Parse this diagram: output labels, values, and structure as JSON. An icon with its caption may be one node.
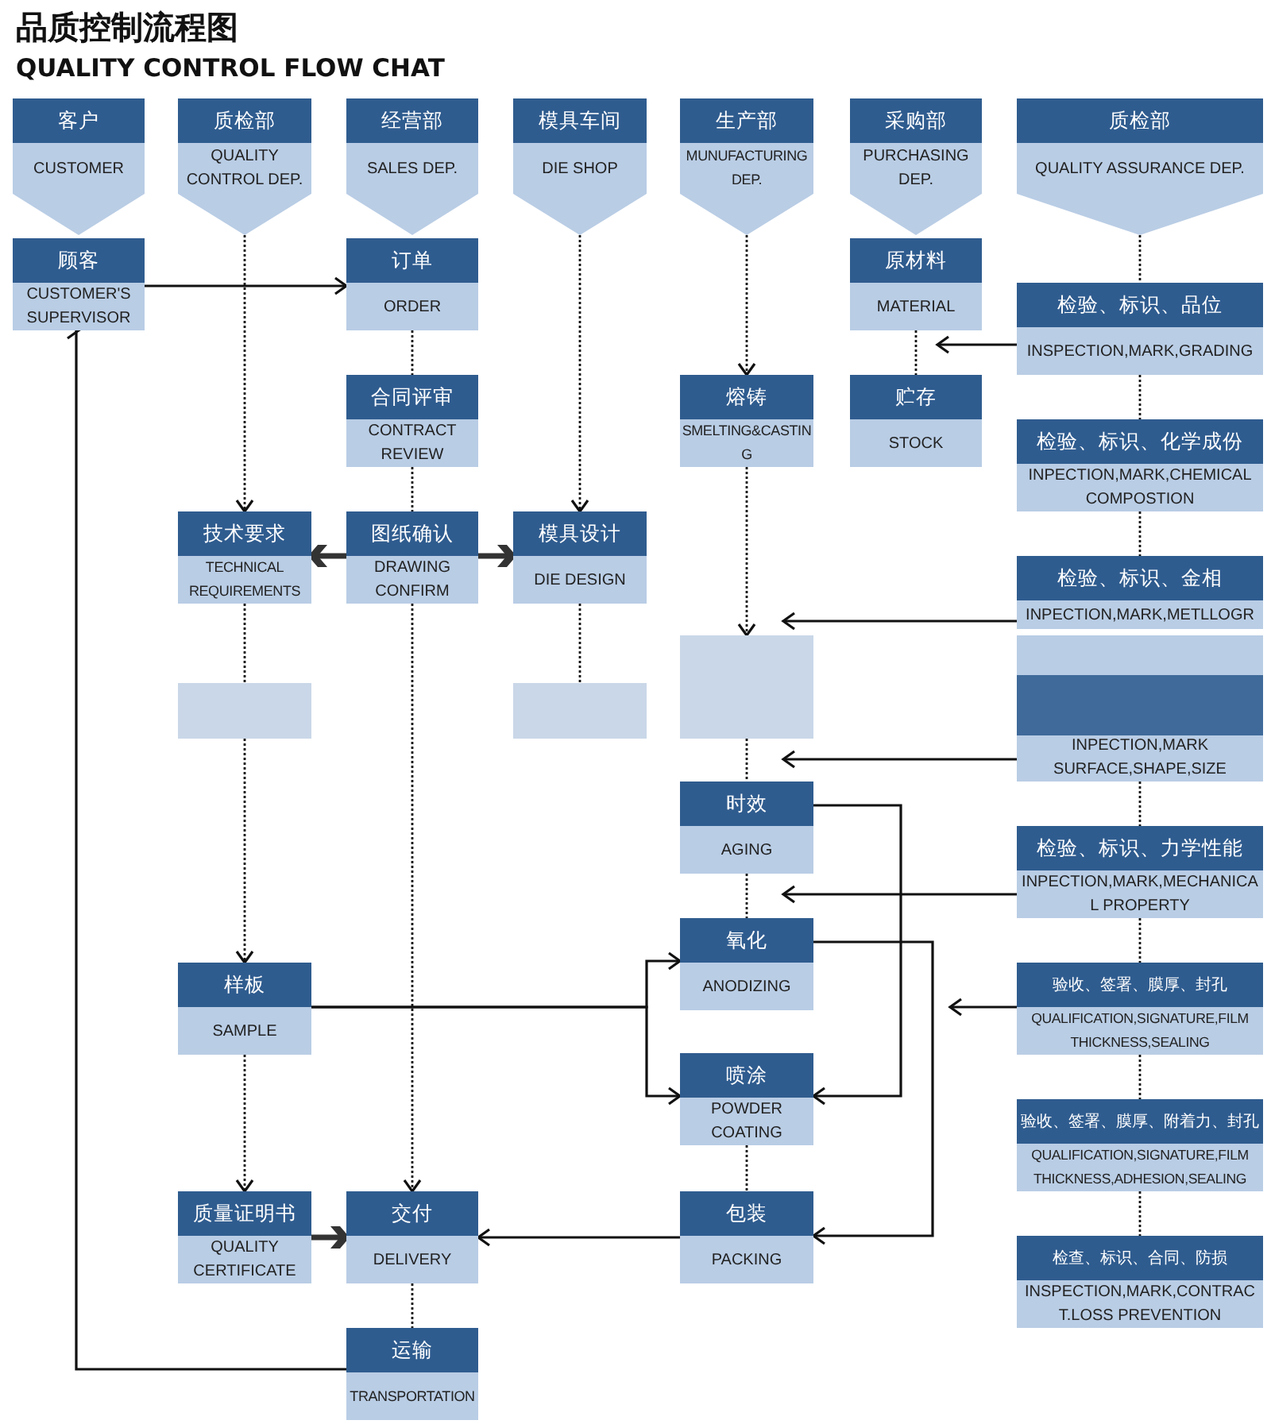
{
  "diagram": {
    "title": "品质控制流程图",
    "nodes": [
      {
        "text": [
          "客户",
          "CUSTOMER"
        ]
      },
      {
        "text": [
          "质检部",
          "QUALITY CONTROL DEP."
        ]
      },
      {
        "text": [
          "经营部",
          "SALES DEP."
        ]
      },
      {
        "text": [
          "模具车间",
          "DIE SHOP"
        ]
      },
      {
        "text": [
          "生产部",
          "MUNUFACTURING DEP."
        ]
      },
      {
        "text": [
          "采购部",
          "PURCHASING DEP."
        ]
      },
      {
        "text": [
          "质检部",
          "QUALITY ASSURANCE DEP."
        ]
      },
      {
        "text": [
          "顾客",
          "CUSTOMER'S SUPERVISOR"
        ]
      },
      {
        "text": [
          "订单",
          "ORDER"
        ]
      },
      {
        "text": [
          "原材料",
          "MATERIAL"
        ]
      },
      {
        "text": [
          "检验、标识、品位",
          "INSPECTION,MARK,GRADING"
        ]
      },
      {
        "text": [
          "合同评审",
          "CONTRACT REVIEW"
        ]
      },
      {
        "text": [
          "熔铸",
          "SMELTING&CASTING"
        ]
      },
      {
        "text": [
          "贮存",
          "STOCK"
        ]
      },
      {
        "text": [
          "检验、标识、化学成份",
          "INPECTION,MARK,CHEMICAL COMPOSTION"
        ]
      },
      {
        "text": [
          "技术要求",
          "TECHNICAL REQUIREMENTS"
        ]
      },
      {
        "text": [
          "图纸确认",
          "DRAWING CONFIRM"
        ]
      },
      {
        "text": [
          "模具设计",
          "DIE DESIGN"
        ]
      },
      {
        "text": [
          "检验、标识、金相",
          "INPECTION,MARK,METLLOGR"
        ]
      },
      {
        "text": [],
        "shape": "box"
      },
      {
        "text": [],
        "shape": "box"
      },
      {
        "text": [],
        "shape": "box"
      },
      {
        "text": [
          "INPECTION,MARK SURFACE,SHAPE,SIZE"
        ]
      },
      {
        "text": [
          "时效",
          "AGING"
        ]
      },
      {
        "text": [
          "检验、标识、力学性能",
          "INPECTION,MARK,MECHANICAL PROPERTY"
        ]
      },
      {
        "text": [
          "样板",
          "SAMPLE"
        ]
      },
      {
        "text": [
          "氧化",
          "ANODIZING"
        ]
      },
      {
        "text": [
          "验收、签署、膜厚、封孔",
          "QUALIFICATION,SIGNATURE,FILM THICKNESS,SEALING"
        ]
      },
      {
        "text": [
          "喷涂",
          "POWDER COATING"
        ]
      },
      {
        "text": [
          "验收、签署、膜厚、附着力、封孔",
          "QUALIFICATION,SIGNATURE,FILM THICKNESS,ADHESION,SEALING"
        ]
      },
      {
        "text": [
          "质量证明书",
          "QUALITY CERTIFICATE"
        ]
      },
      {
        "text": [
          "交付",
          "DELIVERY"
        ]
      },
      {
        "text": [
          "包装",
          "PACKING"
        ]
      },
      {
        "text": [
          "检查、标识、合同、防损",
          "INSPECTION,MARK,CONTRACT.LOSS PREVENTION"
        ]
      },
      {
        "text": [
          "运输",
          "TRANSPORTATION"
        ]
      }
    ],
    "edges": [
      {
        "from": 1,
        "to": 15,
        "arrow": "to",
        "style": "dashed"
      },
      {
        "from": 3,
        "to": 17,
        "arrow": "to",
        "style": "dashed"
      },
      {
        "from": 4,
        "to": 12,
        "arrow": "to",
        "style": "dashed"
      },
      {
        "from": 6,
        "to": 10,
        "arrow": "none",
        "style": "dashed"
      },
      {
        "from": 7,
        "to": 8,
        "arrow": "to"
      },
      {
        "from": 8,
        "to": 11,
        "arrow": "none",
        "style": "dashed"
      },
      {
        "from": 11,
        "to": 16,
        "arrow": "none",
        "style": "dashed"
      },
      {
        "from": 9,
        "to": 13,
        "arrow": "none",
        "style": "dashed"
      },
      {
        "from": 10,
        "to": 9,
        "arrow": "to"
      },
      {
        "from": 10,
        "to": 14,
        "arrow": "none",
        "style": "dashed"
      },
      {
        "from": 14,
        "to": 18,
        "arrow": "none",
        "style": "dashed"
      },
      {
        "from": 12,
        "to": 21,
        "arrow": "to",
        "style": "dashed"
      },
      {
        "from": 16,
        "to": 15,
        "arrow": "to",
        "style": "thick"
      },
      {
        "from": 16,
        "to": 17,
        "arrow": "to",
        "style": "thick"
      },
      {
        "from": 15,
        "to": 19,
        "arrow": "none",
        "style": "dashed"
      },
      {
        "from": 16,
        "to": 31,
        "arrow": "to",
        "style": "dashed"
      },
      {
        "from": 17,
        "to": 20,
        "arrow": "none",
        "style": "dashed"
      },
      {
        "from": 18,
        "to": 21,
        "arrow": "to"
      },
      {
        "from": 21,
        "to": 23,
        "arrow": "none",
        "style": "dashed"
      },
      {
        "from": 22,
        "to": 23,
        "arrow": "to"
      },
      {
        "from": 22,
        "to": 24,
        "arrow": "none",
        "style": "dashed"
      },
      {
        "from": 23,
        "to": 26,
        "arrow": "none",
        "style": "dashed"
      },
      {
        "from": 24,
        "to": 23,
        "arrow": "to"
      },
      {
        "from": 24,
        "to": 27,
        "arrow": "none",
        "style": "dashed"
      },
      {
        "from": 19,
        "to": 25,
        "arrow": "to",
        "style": "dashed"
      },
      {
        "from": 25,
        "to": 26,
        "arrow": "to"
      },
      {
        "from": 25,
        "to": 28,
        "arrow": "to"
      },
      {
        "from": 23,
        "to": 28,
        "arrow": "to"
      },
      {
        "from": 26,
        "to": 32,
        "arrow": "to"
      },
      {
        "from": 27,
        "to": null,
        "arrow": "to"
      },
      {
        "from": 27,
        "to": 29,
        "arrow": "none",
        "style": "dashed"
      },
      {
        "from": 29,
        "to": 33,
        "arrow": "none",
        "style": "dashed"
      },
      {
        "from": 28,
        "to": 32,
        "arrow": "none",
        "style": "dashed"
      },
      {
        "from": 25,
        "to": 30,
        "arrow": "to",
        "style": "dashed"
      },
      {
        "from": 30,
        "to": 31,
        "arrow": "to",
        "style": "thick"
      },
      {
        "from": 32,
        "to": 31,
        "arrow": "to"
      },
      {
        "from": 31,
        "to": 34,
        "arrow": "none",
        "style": "dashed"
      },
      {
        "from": 34,
        "to": 7,
        "arrow": "to"
      }
    ],
    "labels": [
      "QUALITY CONTROL FLOW CHAT"
    ]
  }
}
